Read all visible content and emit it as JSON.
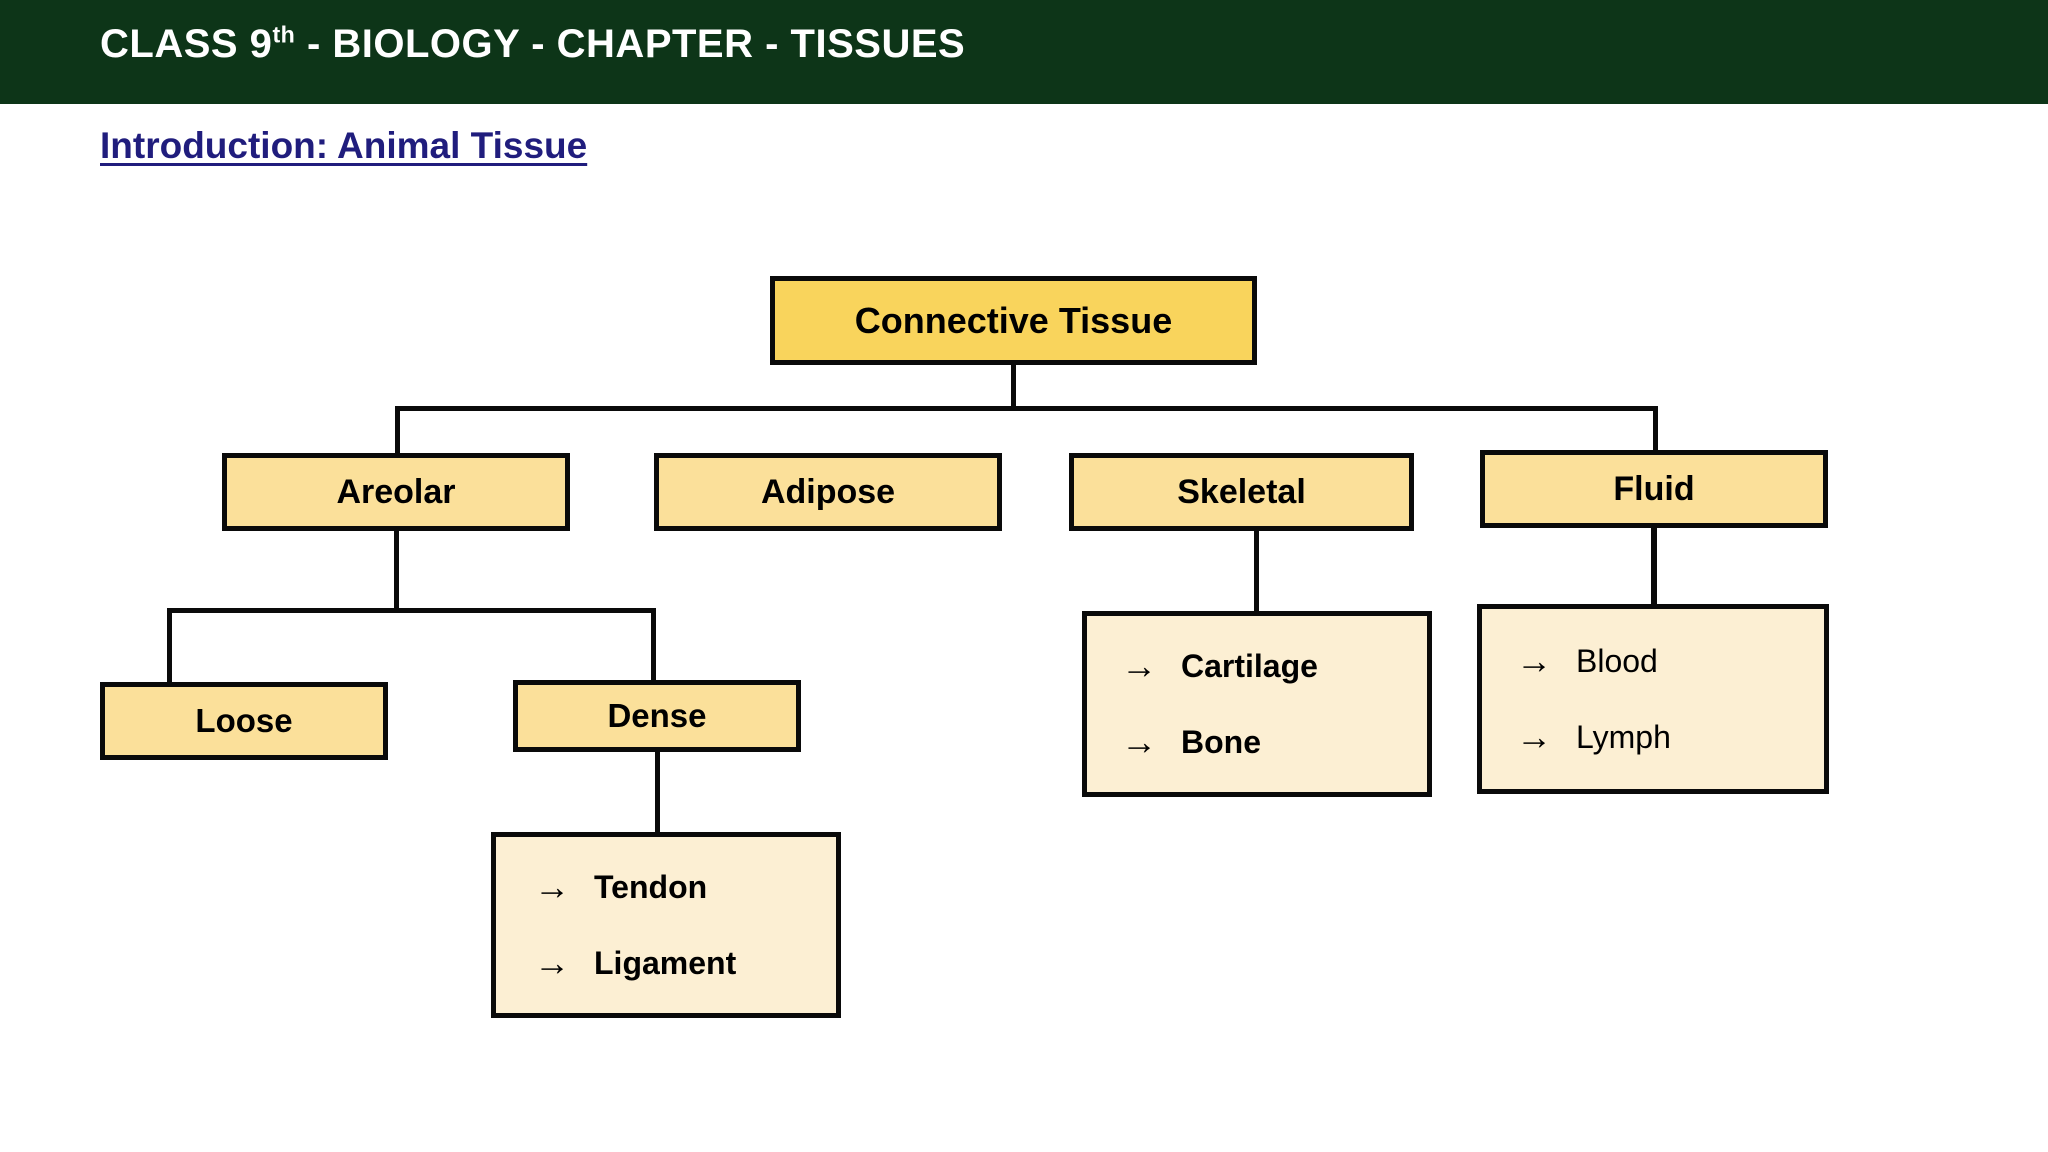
{
  "header": {
    "title_prefix": "CLASS 9",
    "title_sup": "th",
    "title_suffix": " - BIOLOGY - CHAPTER - TISSUES",
    "background_color": "#0d3518",
    "text_color": "#ffffff"
  },
  "section": {
    "heading": "Introduction: Animal Tissue",
    "color": "#201d7d"
  },
  "colors": {
    "root_fill": "#f9d45c",
    "branch_fill": "#fbe09a",
    "leaf_fill": "#fcefd3",
    "outline": "#0a0a0a"
  },
  "chart_data": {
    "type": "diagram",
    "title": "Connective Tissue classification tree",
    "root": "Connective Tissue",
    "nodes": {
      "root": "Connective Tissue",
      "areolar": "Areolar",
      "adipose": "Adipose",
      "skeletal": "Skeletal",
      "fluid": "Fluid",
      "loose": "Loose",
      "dense": "Dense"
    },
    "leaf_groups": {
      "dense_items": [
        "Tendon",
        "Ligament"
      ],
      "skeletal_items": [
        "Cartilage",
        "Bone"
      ],
      "fluid_items": [
        "Blood",
        "Lymph"
      ]
    },
    "arrow_glyph": "→",
    "edges": [
      [
        "Connective Tissue",
        "Areolar"
      ],
      [
        "Connective Tissue",
        "Adipose"
      ],
      [
        "Connective Tissue",
        "Skeletal"
      ],
      [
        "Connective Tissue",
        "Fluid"
      ],
      [
        "Areolar",
        "Loose"
      ],
      [
        "Areolar",
        "Dense"
      ],
      [
        "Dense",
        "Tendon"
      ],
      [
        "Dense",
        "Ligament"
      ],
      [
        "Skeletal",
        "Cartilage"
      ],
      [
        "Skeletal",
        "Bone"
      ],
      [
        "Fluid",
        "Blood"
      ],
      [
        "Fluid",
        "Lymph"
      ]
    ]
  }
}
